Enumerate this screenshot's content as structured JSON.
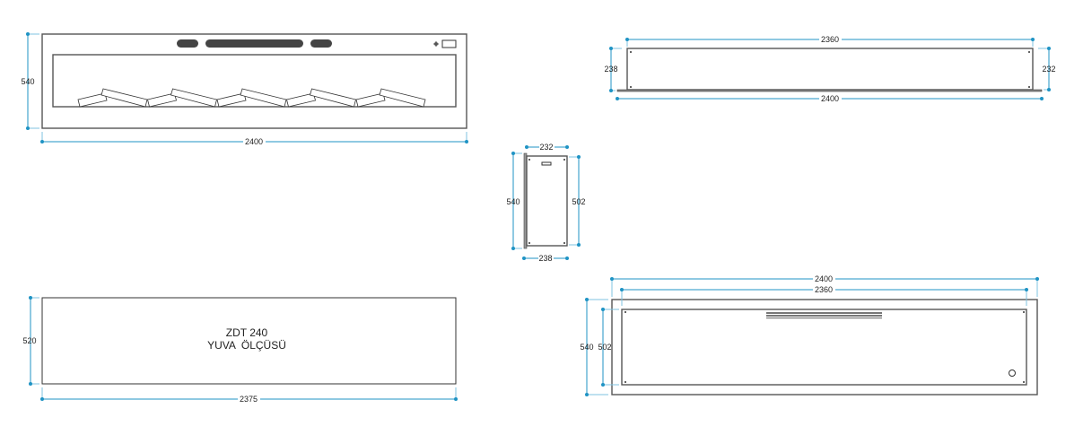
{
  "front_view": {
    "width": "2400",
    "height": "540"
  },
  "top_view": {
    "inner_width": "2360",
    "outer_width": "2400",
    "left_depth": "238",
    "right_depth": "232"
  },
  "side_view": {
    "top_depth": "232",
    "bottom_depth": "238",
    "height": "540",
    "inner_height": "502"
  },
  "niche_view": {
    "title": "ZDT 240",
    "subtitle": "YUVA  ÖLÇÜSÜ",
    "width": "2375",
    "height": "520"
  },
  "back_view": {
    "outer_width": "2400",
    "inner_width": "2360",
    "height": "540",
    "inner_height": "502"
  },
  "colors": {
    "dimension": "#1f93c4",
    "outline": "#333333"
  }
}
